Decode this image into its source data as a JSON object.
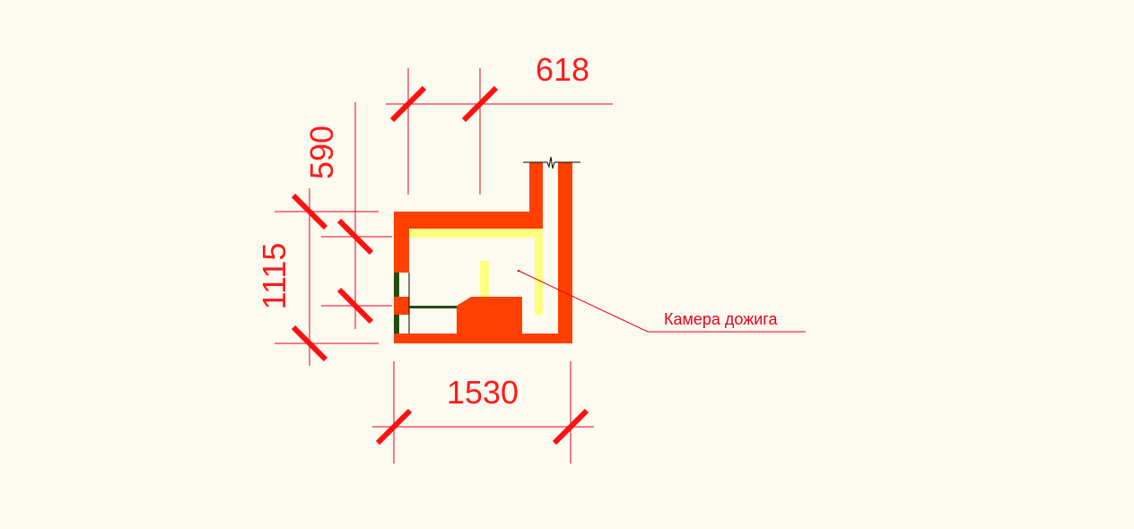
{
  "dimensions": {
    "top_width": "618",
    "left_inner_height": "590",
    "left_total_height": "1115",
    "bottom_width": "1530"
  },
  "label": "Камера дожига",
  "colors": {
    "background": "#fdfbf0",
    "brick": "#ff4000",
    "heat_shield": "#ffff80",
    "door": "#234d10",
    "dimension": "#e8001c"
  }
}
